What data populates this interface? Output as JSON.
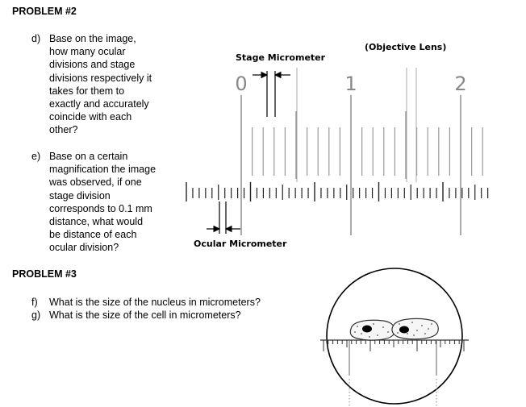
{
  "problem2": {
    "heading": "PROBLEM #2",
    "question_d": {
      "label": "d)",
      "lines": [
        "Base on the image,",
        "how many ocular",
        "divisions and stage",
        "divisions respectively it",
        "takes for them to",
        "exactly and accurately",
        "coincide with each",
        "other?"
      ]
    },
    "question_e": {
      "label": "e)",
      "lines": [
        "Base on a certain",
        "magnification the image",
        "was observed, if one",
        "stage division",
        "corresponds to 0.1 mm",
        "distance, what would",
        "be distance of each",
        "ocular division?"
      ]
    }
  },
  "micrometer_figure": {
    "objective_lens_label": "(Objective Lens)",
    "stage_micrometer_label": "Stage Micrometer",
    "ocular_micrometer_label": "Ocular Micrometer",
    "scale_numbers": [
      "0",
      "1",
      "2"
    ]
  },
  "problem3": {
    "heading": "PROBLEM #3",
    "question_f": {
      "label": "f)",
      "text": "What is the size of the nucleus in micrometers?"
    },
    "question_g": {
      "label": "g)",
      "text": "What is the size of the cell in micrometers?"
    }
  }
}
